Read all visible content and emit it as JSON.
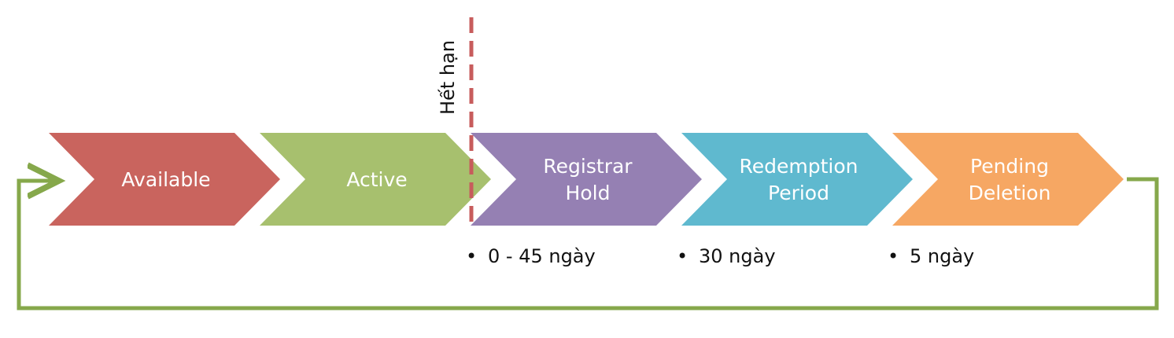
{
  "diagram": {
    "expiration_label": "Hết hạn",
    "stages": [
      {
        "lines": [
          "Available"
        ],
        "color": "#c9645e"
      },
      {
        "lines": [
          "Active"
        ],
        "color": "#a7c06e"
      },
      {
        "lines": [
          "Registrar",
          "Hold"
        ],
        "color": "#9580b3"
      },
      {
        "lines": [
          "Redemption",
          "Period"
        ],
        "color": "#5fb9cf"
      },
      {
        "lines": [
          "Pending",
          "Deletion"
        ],
        "color": "#f6a763"
      }
    ],
    "durations": [
      {
        "bullet": "•",
        "text": "0 - 45 ngày"
      },
      {
        "bullet": "•",
        "text": "30 ngày"
      },
      {
        "bullet": "•",
        "text": "5 ngày"
      }
    ],
    "colors": {
      "return_arrow": "#86a84b",
      "expiration_line": "#c75c5c"
    }
  }
}
